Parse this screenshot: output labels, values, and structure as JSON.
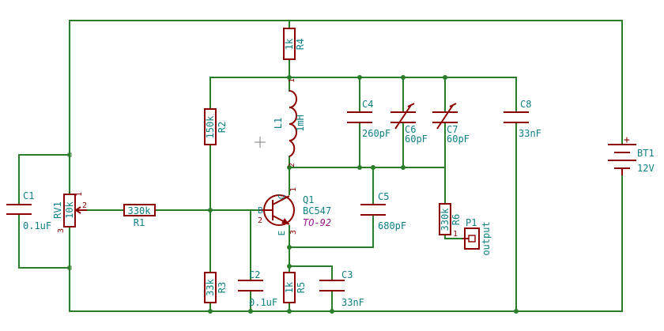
{
  "components": {
    "r4": {
      "ref": "R4",
      "value": "1k"
    },
    "r2": {
      "ref": "R2",
      "value": "150k"
    },
    "r3": {
      "ref": "R3",
      "value": "33k"
    },
    "r5": {
      "ref": "R5",
      "value": "1k"
    },
    "r6": {
      "ref": "R6",
      "value": "330k"
    },
    "r1": {
      "ref": "R1",
      "value": "330k"
    },
    "rv1": {
      "ref": "RV1",
      "value": "10k",
      "pins": [
        "1",
        "2",
        "3"
      ]
    },
    "l1": {
      "ref": "L1",
      "value": "1mH",
      "pins": [
        "1",
        "2"
      ]
    },
    "c1": {
      "ref": "C1",
      "value": "0.1uF"
    },
    "c2": {
      "ref": "C2",
      "value": "0.1uF"
    },
    "c3": {
      "ref": "C3",
      "value": "33nF"
    },
    "c4": {
      "ref": "C4",
      "value": "260pF"
    },
    "c5": {
      "ref": "C5",
      "value": "680pF"
    },
    "c6": {
      "ref": "C6",
      "value": "60pF"
    },
    "c7": {
      "ref": "C7",
      "value": "60pF"
    },
    "c8": {
      "ref": "C8",
      "value": "33nF"
    },
    "q1": {
      "ref": "Q1",
      "value": "BC547",
      "footprint": "TO-92",
      "pin_c": "C",
      "pin_b": "B",
      "pin_e": "E",
      "pin_1": "1",
      "pin_2": "2",
      "pin_3": "3"
    },
    "p1": {
      "ref": "P1",
      "value": "output",
      "pin": "1"
    },
    "bt1": {
      "ref": "BT1",
      "value": "12V",
      "plus": "+"
    }
  },
  "colors": {
    "wire": "#2a7d2a",
    "component_body": "#8b0000",
    "label": "#0e7f83",
    "footprint": "#a0178f"
  }
}
